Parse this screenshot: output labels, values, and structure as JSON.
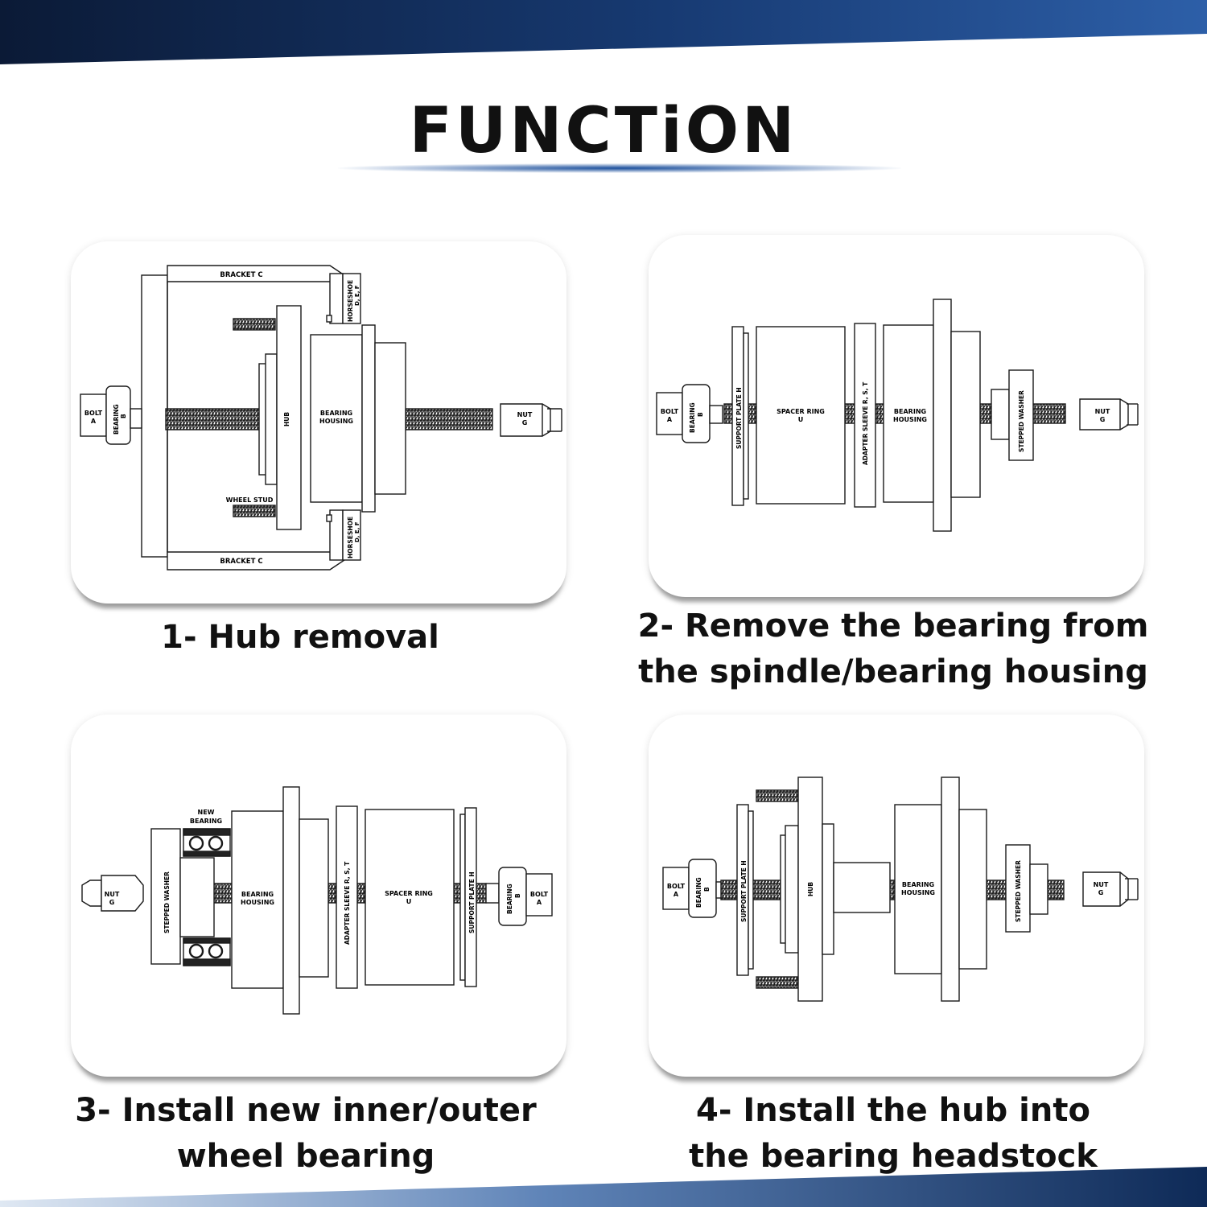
{
  "header": {
    "title": "FUNCTiON"
  },
  "colors": {
    "accent": "#1b4f9c",
    "band_dark": "#0d1e3e",
    "line": "#1a1a1a"
  },
  "panels": [
    {
      "caption_lines": [
        "1- Hub removal"
      ],
      "labels": {
        "bracket_top": "BRACKET C",
        "bracket_bottom": "BRACKET C",
        "horseshoe_top": "HORSESHOE",
        "horseshoe_top_sub": "D, E, F",
        "horseshoe_bottom": "HORSESHOE",
        "horseshoe_bottom_sub": "D, E, F",
        "bolt": "BOLT",
        "bolt_sub": "A",
        "bearing": "BEARING",
        "bearing_sub": "B",
        "hub": "HUB",
        "bearing_housing": "BEARING",
        "bearing_housing_sub": "HOUSING",
        "nut": "NUT",
        "nut_sub": "G",
        "wheel_stud": "WHEEL STUD"
      }
    },
    {
      "caption_lines": [
        "2- Remove the bearing from",
        "the spindle/bearing housing"
      ],
      "labels": {
        "bolt": "BOLT",
        "bolt_sub": "A",
        "bearing": "BEARING",
        "bearing_sub": "B",
        "support_plate": "SUPPORT PLATE H",
        "spacer_ring": "SPACER RING",
        "spacer_ring_sub": "U",
        "adapter_sleeve": "ADAPTER SLEEVE R, S, T",
        "bearing_housing": "BEARING",
        "bearing_housing_sub": "HOUSING",
        "stepped_washer": "STEPPED WASHER",
        "nut": "NUT",
        "nut_sub": "G"
      }
    },
    {
      "caption_lines": [
        "3- Install new inner/outer",
        "wheel bearing"
      ],
      "labels": {
        "nut": "NUT",
        "nut_sub": "G",
        "stepped_washer": "STEPPED WASHER",
        "new_bearing": "NEW",
        "new_bearing_sub": "BEARING",
        "bearing_housing": "BEARING",
        "bearing_housing_sub": "HOUSING",
        "adapter_sleeve": "ADAPTER SLEEVE R, S, T",
        "spacer_ring": "SPACER RING",
        "spacer_ring_sub": "U",
        "support_plate": "SUPPORT PLATE H",
        "bearing": "BEARING",
        "bearing_sub": "B",
        "bolt": "BOLT",
        "bolt_sub": "A"
      }
    },
    {
      "caption_lines": [
        "4- Install the hub into",
        "the bearing headstock"
      ],
      "labels": {
        "bolt": "BOLT",
        "bolt_sub": "A",
        "bearing": "BEARING",
        "bearing_sub": "B",
        "support_plate": "SUPPORT PLATE H",
        "hub": "HUB",
        "bearing_housing": "BEARING",
        "bearing_housing_sub": "HOUSING",
        "stepped_washer": "STEPPED WASHER",
        "nut": "NUT",
        "nut_sub": "G"
      }
    }
  ]
}
